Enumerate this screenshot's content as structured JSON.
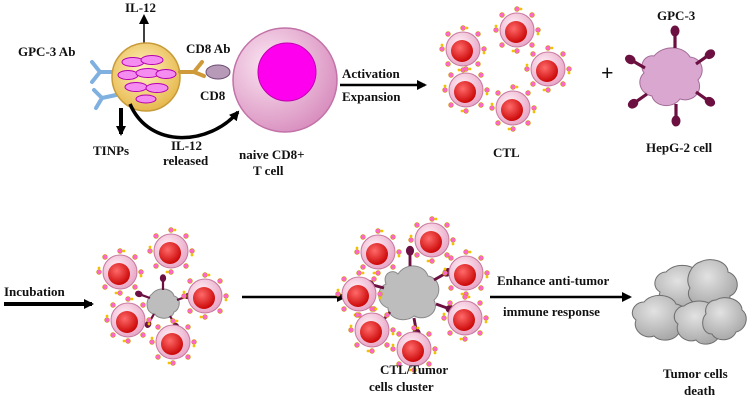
{
  "labels": {
    "il12_top": "IL-12",
    "gpc3_ab": "GPC-3 Ab",
    "cd8_ab": "CD8 Ab",
    "cd8": "CD8",
    "tinps": "TINPs",
    "il12_released_line1": "IL-12",
    "il12_released_line2": "released",
    "naive_line1": "naive CD8+",
    "naive_line2": "T cell",
    "activation": "Activation",
    "expansion": "Expansion",
    "ctl": "CTL",
    "gpc3": "GPC-3",
    "plus": "+",
    "hepg2": "HepG-2 cell",
    "incubation": "Incubation",
    "enhance": "Enhance anti-tumor",
    "immune": "immune response",
    "cluster_line1": "CTL/Tumor",
    "cluster_line2": "cells cluster",
    "death_line1": "Tumor cells",
    "death_line2": "death"
  },
  "colors": {
    "nanoparticle": "#f4d47a",
    "liposome": "#ee66ee",
    "naive_cell_outer": "#ecc3dd",
    "naive_cell_nucleus": "#ff00ee",
    "ctl_outer": "#f3c8da",
    "ctl_nucleus": "#ee1111",
    "tumor_cell": "#d9a7cf",
    "gpc3_receptor": "#6b1040",
    "antibody": "#7fb0e0",
    "dead_cell": "#bdbdbd"
  }
}
